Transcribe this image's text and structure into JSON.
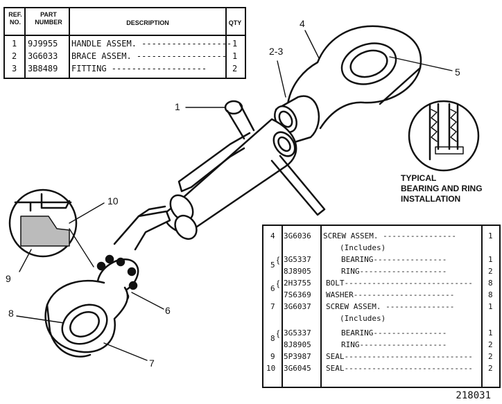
{
  "table_top": {
    "headers": {
      "ref": "REF. NO.",
      "part": "PART NUMBER",
      "desc": "DESCRIPTION",
      "qty": "QTY"
    },
    "rows": [
      {
        "ref": "1",
        "part": "9J9955",
        "desc": "HANDLE ASSEM. ------------------",
        "qty": "1"
      },
      {
        "ref": "2",
        "part": "3G6033",
        "desc": "BRACE ASSEM. ------------------",
        "qty": "1"
      },
      {
        "ref": "3",
        "part": "3B8489",
        "desc": "FITTING -------------------",
        "qty": "2"
      }
    ]
  },
  "table_bottom": {
    "rows": [
      {
        "ref": "4",
        "part": "3G6036",
        "desc": "SCREW ASSEM. ----------------",
        "qty": "1"
      },
      {
        "ref": "",
        "part": "",
        "desc": "(Includes)",
        "qty": ""
      },
      {
        "ref": "5",
        "part": "3G5337",
        "desc": "BEARING----------------",
        "qty": "1"
      },
      {
        "ref": "",
        "part": "8J8905",
        "desc": "RING-------------------",
        "qty": "2"
      },
      {
        "ref": "6",
        "part": "2H3755",
        "desc": "BOLT----------------------------",
        "qty": "8"
      },
      {
        "ref": "",
        "part": "7S6369",
        "desc": "WASHER----------------------",
        "qty": "8"
      },
      {
        "ref": "7",
        "part": "3G6037",
        "desc": "SCREW ASSEM. ---------------",
        "qty": "1"
      },
      {
        "ref": "",
        "part": "",
        "desc": "(Includes)",
        "qty": ""
      },
      {
        "ref": "8",
        "part": "3G5337",
        "desc": "BEARING----------------",
        "qty": "1"
      },
      {
        "ref": "",
        "part": "8J8905",
        "desc": "RING-------------------",
        "qty": "2"
      },
      {
        "ref": "9",
        "part": "5P3987",
        "desc": "SEAL----------------------------",
        "qty": "2"
      },
      {
        "ref": "10",
        "part": "3G6045",
        "desc": "SEAL----------------------------",
        "qty": "2"
      }
    ]
  },
  "callouts": {
    "c1": "1",
    "c23": "2-3",
    "c4": "4",
    "c5": "5",
    "c6": "6",
    "c7": "7",
    "c8": "8",
    "c9": "9",
    "c10": "10"
  },
  "inset_caption": [
    "TYPICAL",
    "BEARING AND RING",
    "INSTALLATION"
  ],
  "figure_number": "218031"
}
